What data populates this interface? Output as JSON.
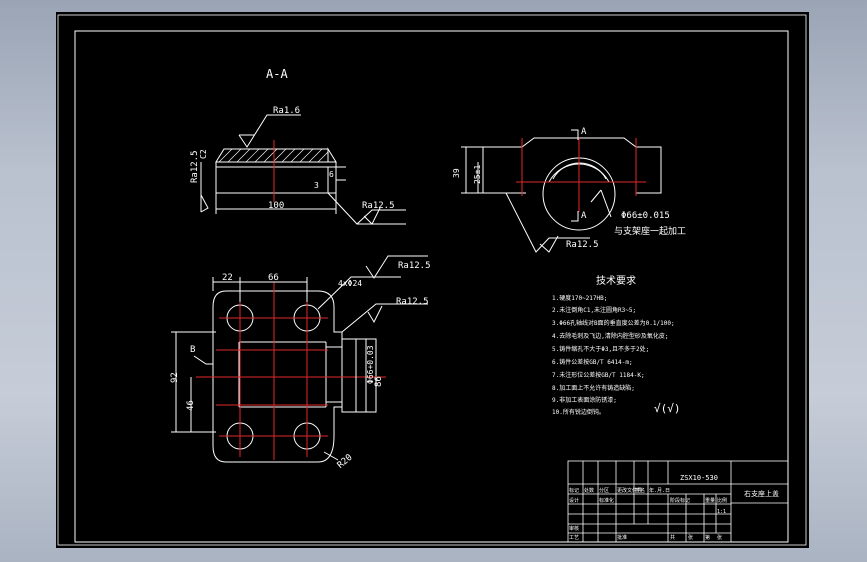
{
  "section_view": {
    "title": "A-A",
    "roughness_top": "Ra1.6",
    "roughness_left": "Ra12.5",
    "roughness_right": "Ra12.5",
    "chamfer": "C2",
    "dim_width": "100",
    "dim_3": "3",
    "dim_6": "6"
  },
  "side_view": {
    "section_mark_top": "A",
    "section_mark_bottom": "A",
    "dim_39": "39",
    "dim_25": "25±1",
    "bore_tol": "Φ66±0.015",
    "note_machining": "与支架座一起加工",
    "roughness": "Ra12.5"
  },
  "plan_view": {
    "dim_22": "22",
    "dim_66": "66",
    "holes": "4xΦ24",
    "roughness_1": "Ra12.5",
    "roughness_2": "Ra12.5",
    "datum_b": "B",
    "dim_92": "92",
    "dim_46": "46",
    "dim_bore": "Φ66+0.03",
    "dim_86": "86",
    "dim_r20": "R20"
  },
  "tech_req": {
    "heading": "技术要求",
    "items": [
      "1.硬度170~217HB;",
      "2.未注倒角C1,未注圆角R3~5;",
      "3.Φ66孔轴线对B面的垂直度公差为0.1/100;",
      "4.去除毛刺及飞边,清除内腔型砂及氧化皮;",
      "5.铸件缩孔不大于Φ3,且不多于2处;",
      "6.铸件公差按GB/T 6414-m;",
      "7.未注形位公差按GB/T 1184-K;",
      "8.加工面上不允许有铸造缺陷;",
      "9.非加工表面涂防锈漆;",
      "10.所有锐边倒钝。"
    ],
    "check_symbol": "√(√)"
  },
  "title_block": {
    "drawing_no": "ZSX10-530",
    "part_name": "右支座上盖",
    "scale": "1:1",
    "labels": [
      "标记",
      "处数",
      "分区",
      "更改文件号",
      "签名",
      "年.月.日",
      "设计",
      "标准化",
      "阶段标记",
      "重量",
      "比例",
      "审核",
      "工艺",
      "批准",
      "共",
      "张",
      "第",
      "张"
    ]
  },
  "colors": {
    "sheet_bg": "#000000",
    "line": "#ffffff",
    "center_line": "#e0282a",
    "hatch": "#ffffff",
    "text": "#ffffff"
  }
}
